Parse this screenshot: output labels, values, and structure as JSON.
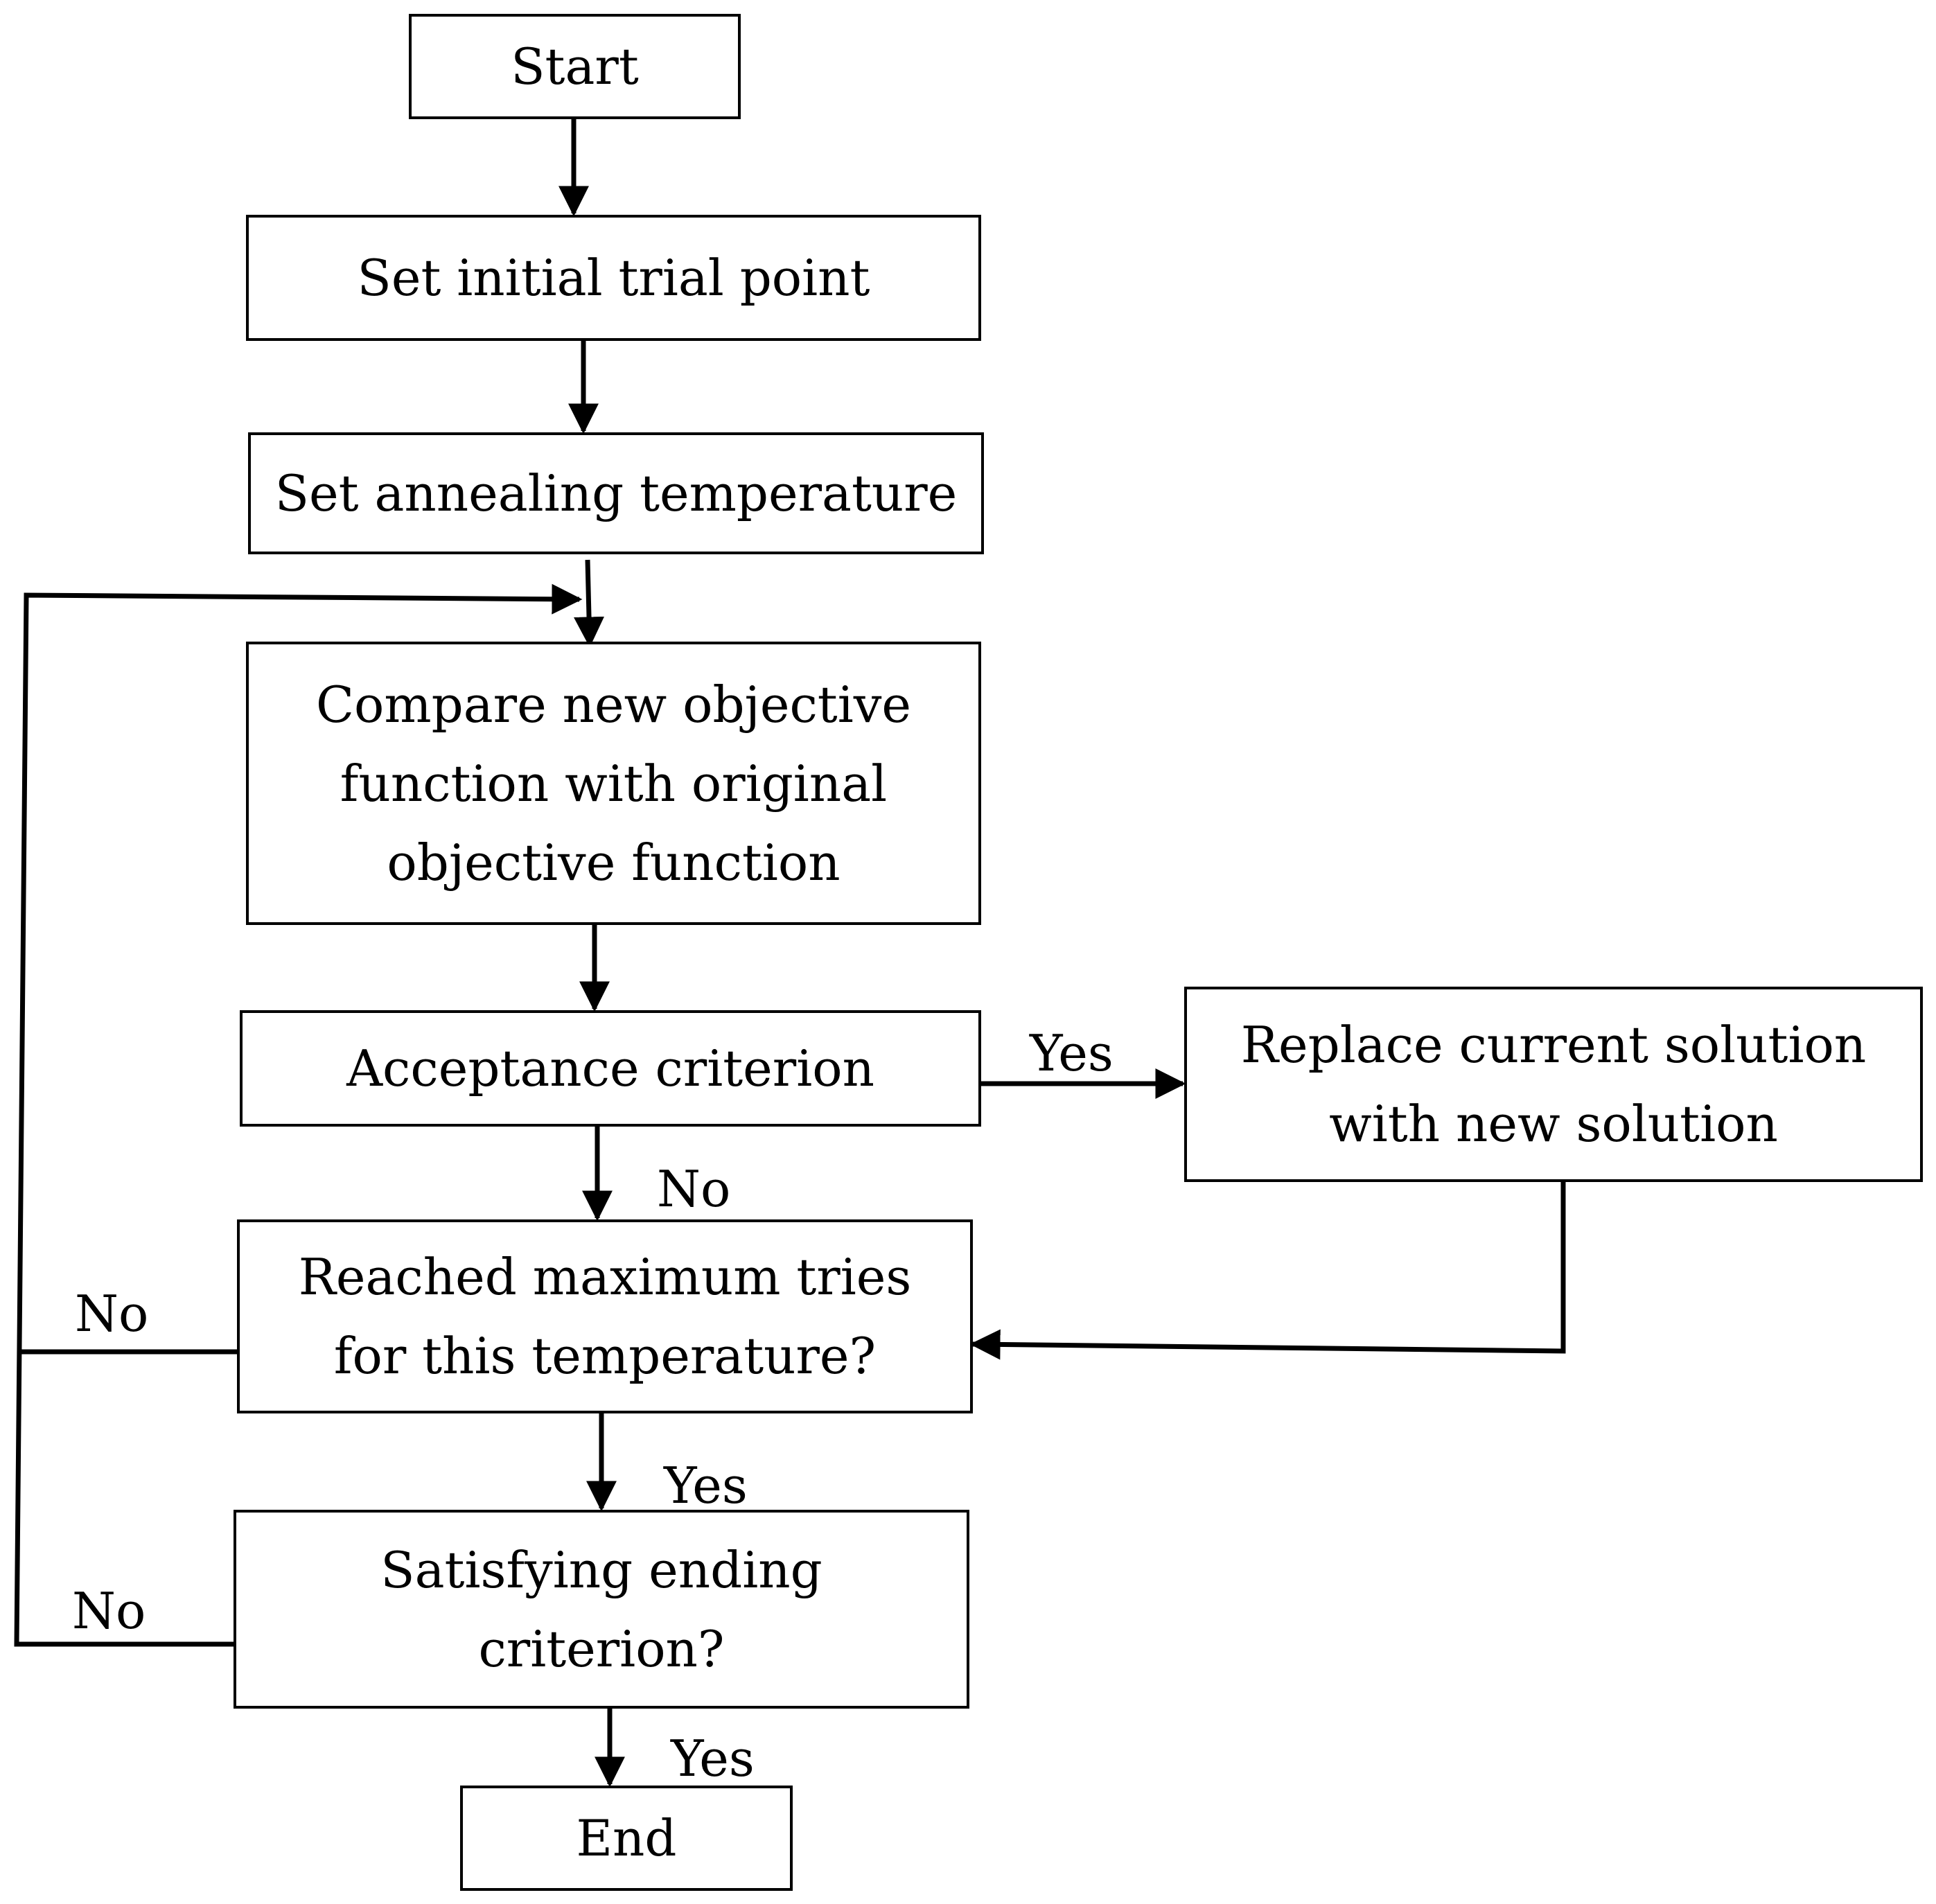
{
  "nodes": {
    "start": "Start",
    "init": "Set initial trial point",
    "anneal": "Set annealing temperature",
    "compare": [
      "Compare new objective",
      "function with original",
      "objective function"
    ],
    "accept": "Acceptance criterion",
    "replace": [
      "Replace current solution",
      "with new solution"
    ],
    "maxtries": [
      "Reached maximum tries",
      "for this temperature?"
    ],
    "ending": [
      "Satisfying ending",
      "criterion?"
    ],
    "end": "End"
  },
  "edges": {
    "accept_yes": "Yes",
    "accept_no": "No",
    "maxtries_no": "No",
    "maxtries_yes": "Yes",
    "ending_no": "No",
    "ending_yes": "Yes"
  }
}
